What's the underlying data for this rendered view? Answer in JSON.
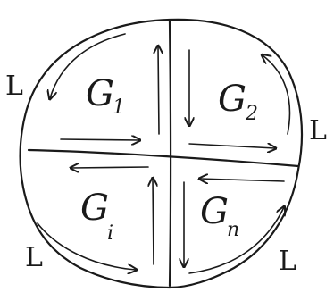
{
  "regions": [
    {
      "letter": "G",
      "subscript": "1"
    },
    {
      "letter": "G",
      "subscript": "2"
    },
    {
      "letter": "G",
      "subscript": "i"
    },
    {
      "letter": "G",
      "subscript": "n"
    }
  ],
  "boundary_labels": [
    "L",
    "L",
    "L",
    "L"
  ],
  "colors": {
    "ink": "#1a1a1a",
    "paper": "#ffffff"
  }
}
